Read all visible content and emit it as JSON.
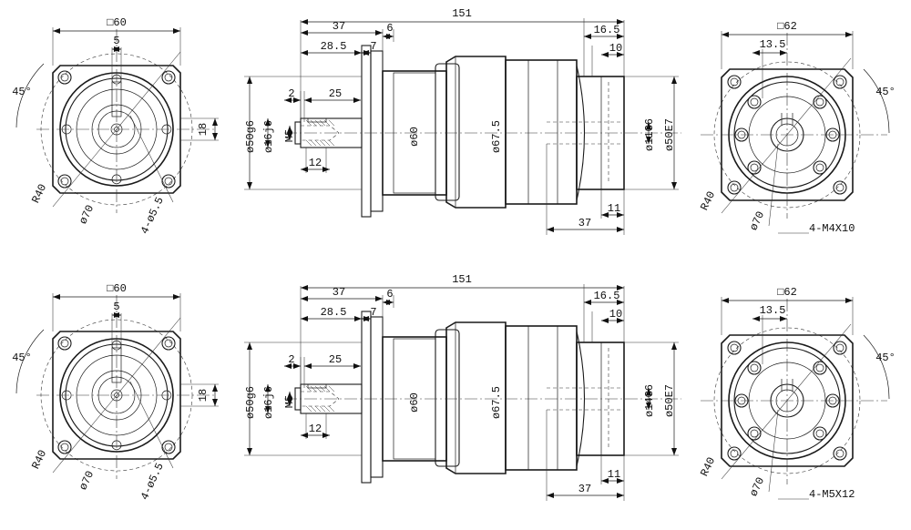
{
  "rows": [
    {
      "front": {
        "square": "□60",
        "keyway": "5",
        "angle": "45°",
        "offset": "18",
        "radius": "R40",
        "pcd": "ø70",
        "holes": "4-ø5.5"
      },
      "side": {
        "overall": "151",
        "d37": "37",
        "d6": "6",
        "d28": "28.5",
        "d7": "7",
        "d2": "2",
        "d25": "25",
        "d12": "12",
        "d165": "16.5",
        "d10": "10",
        "d11": "11",
        "d37b": "37",
        "pilot": "ø50g6",
        "shaft": "ø16j6",
        "tap": "M5",
        "body": "ø60",
        "housing": "ø67.5",
        "bore": "ø11G6",
        "boreSpigot": "ø50E7"
      },
      "rear": {
        "square": "□62",
        "offset": "13.5",
        "angle": "45°",
        "radius": "R40",
        "pcd": "ø70",
        "holes": "4-M4X10"
      }
    },
    {
      "front": {
        "square": "□60",
        "keyway": "5",
        "angle": "45°",
        "offset": "18",
        "radius": "R40",
        "pcd": "ø70",
        "holes": "4-ø5.5"
      },
      "side": {
        "overall": "151",
        "d37": "37",
        "d6": "6",
        "d28": "28.5",
        "d7": "7",
        "d2": "2",
        "d25": "25",
        "d12": "12",
        "d165": "16.5",
        "d10": "10",
        "d11": "11",
        "d37b": "37",
        "pilot": "ø50g6",
        "shaft": "ø16j6",
        "tap": "M5",
        "body": "ø60",
        "housing": "ø67.5",
        "bore": "ø14G6",
        "boreSpigot": "ø50E7"
      },
      "rear": {
        "square": "□62",
        "offset": "13.5",
        "angle": "45°",
        "radius": "R40",
        "pcd": "ø70",
        "holes": "4-M5X12"
      }
    }
  ]
}
